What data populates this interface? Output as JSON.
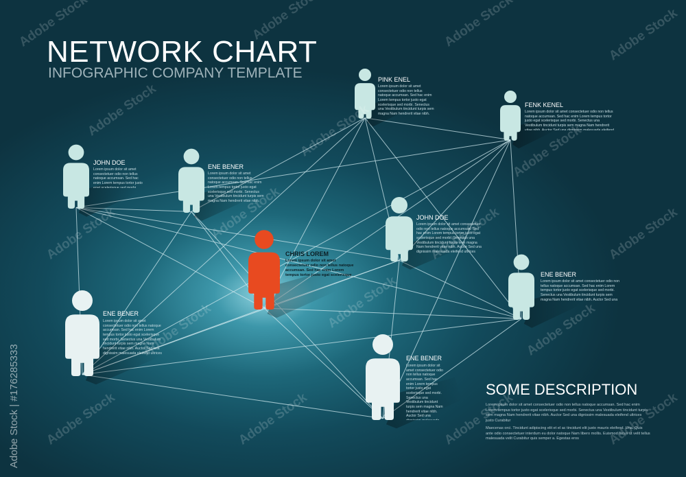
{
  "header": {
    "title": "NETWORK CHART",
    "subtitle": "INFOGRAPHIC COMPANY TEMPLATE"
  },
  "colors": {
    "person": "#c8e7e3",
    "person_light": "#e8f2f2",
    "highlight": "#e84a20",
    "link": "#cfe8ee"
  },
  "nodes": [
    {
      "id": "pink-enel",
      "label": "PINK ENEL",
      "text": "Lorem ipsum dolor sit amet consectetuer odio non tellus natoque accumsan. Sed hac enim Lorem tempus tortor justo egat scelerisque sed morbi. Senectus una Vestibulum tincidunt turpis sem magna Nam hendrerit vitae nibh. Auctor Sed una dignissim malesuada eleifend ultrices justo"
    },
    {
      "id": "fenk-kenel",
      "label": "FENK KENEL",
      "text": "Lorem ipsum dolor sit amet consectetuer odio non tellus natoque accumsan. Sed hac enim Lorem tempus tortor justo egat scelerisque sed morbi. Senectus una Vestibulum tincidunt turpis sem magna Nam hendrerit vitae nibh. Auctor Sed una dignissim malesuada eleifend ultrices justo"
    },
    {
      "id": "john-doe-1",
      "label": "JOHN DOE",
      "text": "Lorem ipsum dolor sit amet consectetuer odio non tellus natoque accumsan. Sed hac enim Lorem tempus tortor justo egat scelerisque sed morbi. Senectus"
    },
    {
      "id": "ene-bener-1",
      "label": "ENE BENER",
      "text": "Lorem ipsum dolor sit amet consectetuer odio non tellus natoque accumsan. Sed hac enim Lorem tempus tortor justo egat scelerisque sed morbi. Senectus una Vestibulum tincidunt turpis sem magna Nam hendrerit vitae nibh. Auctor Sed una dignissim malesuada eleifend ultrices justo"
    },
    {
      "id": "john-doe-2",
      "label": "JOHN DOE",
      "text": "Lorem ipsum dolor sit amet consectetuer odio non tellus natoque accumsan. Sed hac enim Lorem tempus tortor justo egat scelerisque sed morbi. Senectus una Vestibulum tincidunt turpis sem magna Nam hendrerit vitae nibh. Auctor Sed una dignissim malesuada eleifend ultrices justo"
    },
    {
      "id": "chris-lorem",
      "label": "CHRIS LOREM",
      "text": "Lorem ipsum dolor sit amet consectetuer odio non tellus natoque accumsan. Sed hac enim Lorem tempus tortor justo egat scelerisque sed morbi. Senectus una Vestibulum tincidunt turpis sem magna N"
    },
    {
      "id": "ene-bener-2",
      "label": "ENE BENER",
      "text": "Lorem ipsum dolor sit amet consectetuer odio non tellus natoque accumsan. Sed hac enim Lorem tempus tortor justo egat scelerisque sed morbi. Senectus una Vestibulum tincidunt turpis sem magna Nam hendrerit vitae nibh. Auctor Sed una dignissim malesuada eleifend ultrices justo Curabitur Maecenas orci. Tincidunt"
    },
    {
      "id": "ene-bener-3",
      "label": "ENE BENER",
      "text": "Lorem ipsum dolor sit amet consectetuer odio non tellus natoque accumsan. Sed hac enim Lorem tempus tortor justo egat scelerisque sed morbi. Senectus una Vestibulum tincidunt turpis sem magna Nam hendrerit vitae nibh. Auctor Sed una dignissim malesuada eleifend ultrices justo Curabitur"
    },
    {
      "id": "ene-bener-4",
      "label": "ENE BENER",
      "text": "Lorem ipsum dolor sit amet consectetuer odio non tellus natoque accumsan. Sed hac enim Lorem tempus tortor justo egat scelerisque sed morbi. Senectus una Vestibulum tincidunt turpis sem magna Nam hendrerit vitae nibh. Auctor Sed una dignissim malesuada eleifend ultrices justo Curabitur Maecenas orci. Tincidunt adipiscing elit et el ac tincidunt elit justo"
    }
  ],
  "links": [
    [
      "pink-enel",
      "fenk-kenel"
    ],
    [
      "pink-enel",
      "ene-bener-1"
    ],
    [
      "pink-enel",
      "chris-lorem"
    ],
    [
      "pink-enel",
      "john-doe-2"
    ],
    [
      "pink-enel",
      "ene-bener-2"
    ],
    [
      "pink-enel",
      "ene-bener-3"
    ],
    [
      "fenk-kenel",
      "john-doe-1"
    ],
    [
      "fenk-kenel",
      "john-doe-2"
    ],
    [
      "fenk-kenel",
      "chris-lorem"
    ],
    [
      "fenk-kenel",
      "ene-bener-3"
    ],
    [
      "fenk-kenel",
      "ene-bener-4"
    ],
    [
      "fenk-kenel",
      "ene-bener-2"
    ],
    [
      "john-doe-1",
      "ene-bener-1"
    ],
    [
      "john-doe-1",
      "chris-lorem"
    ],
    [
      "john-doe-1",
      "ene-bener-2"
    ],
    [
      "john-doe-1",
      "john-doe-2"
    ],
    [
      "ene-bener-1",
      "chris-lorem"
    ],
    [
      "ene-bener-1",
      "ene-bener-2"
    ],
    [
      "ene-bener-1",
      "ene-bener-4"
    ],
    [
      "john-doe-2",
      "chris-lorem"
    ],
    [
      "john-doe-2",
      "ene-bener-3"
    ],
    [
      "john-doe-2",
      "ene-bener-4"
    ],
    [
      "john-doe-2",
      "ene-bener-2"
    ],
    [
      "chris-lorem",
      "ene-bener-3"
    ],
    [
      "chris-lorem",
      "ene-bener-2"
    ],
    [
      "chris-lorem",
      "ene-bener-4"
    ],
    [
      "ene-bener-2",
      "ene-bener-4"
    ],
    [
      "ene-bener-3",
      "ene-bener-4"
    ],
    [
      "ene-bener-3",
      "john-doe-1"
    ],
    [
      "ene-bener-2",
      "ene-bener-3"
    ]
  ],
  "description": {
    "title": "SOME DESCRIPTION",
    "p1": "Lorem ipsum dolor sit amet consectetuer odio non tellus natoque accumsan. Sed hac enim Lorem tempus tortor justo egat scelerisque sed morbi. Senectus una Vestibulum tincidunt turpis sem magna Nam hendrerit vitae nibh. Auctor Sed una dignissim malesuada eleifend ultrices justo Curabitur",
    "p2": "Maecenas orci. Tincidunt adipiscing elit et el ac tincidunt elit justo mauris eleifend. Una. Quis ante odio consectetuer interdum eu dolor natoque Nam libero mollis. Euismod lacus ut velit tellus malesuada velit Curabitur quis semper a. Egestas eros"
  },
  "watermark": {
    "text": "Adobe Stock",
    "side": "Adobe Stock | #176285333"
  }
}
